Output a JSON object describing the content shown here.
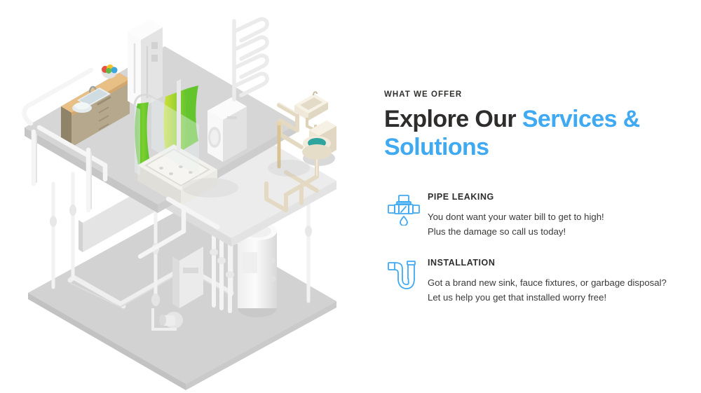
{
  "section": {
    "eyebrow": "WHAT WE OFFER",
    "heading_part1": "Explore Our ",
    "heading_part2": "Services & Solutions",
    "accent_color": "#3fa9f2",
    "heading_color": "#2e2d2c",
    "body_color": "#3b3a39"
  },
  "services": [
    {
      "icon": "pipe-valve-leak-icon",
      "title": "PIPE LEAKING",
      "lines": [
        "You dont want your water bill to get to high!",
        "Plus the damage so call us today!"
      ]
    },
    {
      "icon": "p-trap-pipe-icon",
      "title": "INSTALLATION",
      "lines": [
        "Got a brand new sink, fauce fixtures, or garbage disposal?",
        "Let us help you get that installed worry free!"
      ]
    }
  ],
  "illustration": {
    "name": "isometric-house-plumbing-cutaway",
    "description": "Isometric cutaway of a home showing kitchen, bathroom and basement plumbing",
    "elements": [
      "kitchen-counter-sink",
      "refrigerator",
      "bathtub-with-shower-curtain",
      "washing-machine",
      "towel-radiator",
      "wall-sink",
      "toilet",
      "water-heater-tank",
      "basement-pipework",
      "water-pump"
    ],
    "palette": {
      "slab": "#d2d2d2",
      "slab_top": "#dcdcdc",
      "slab_edge": "#c4c4c4",
      "pipe": "#f4f4f4",
      "pipe_beige": "#e6ddc9",
      "curtain_green": "#6ec62c",
      "curtain_lime": "#b8d93a",
      "wood": "#e0b87e",
      "cabinet": "#a89b80",
      "appliance_white": "#f7f7f7"
    }
  }
}
